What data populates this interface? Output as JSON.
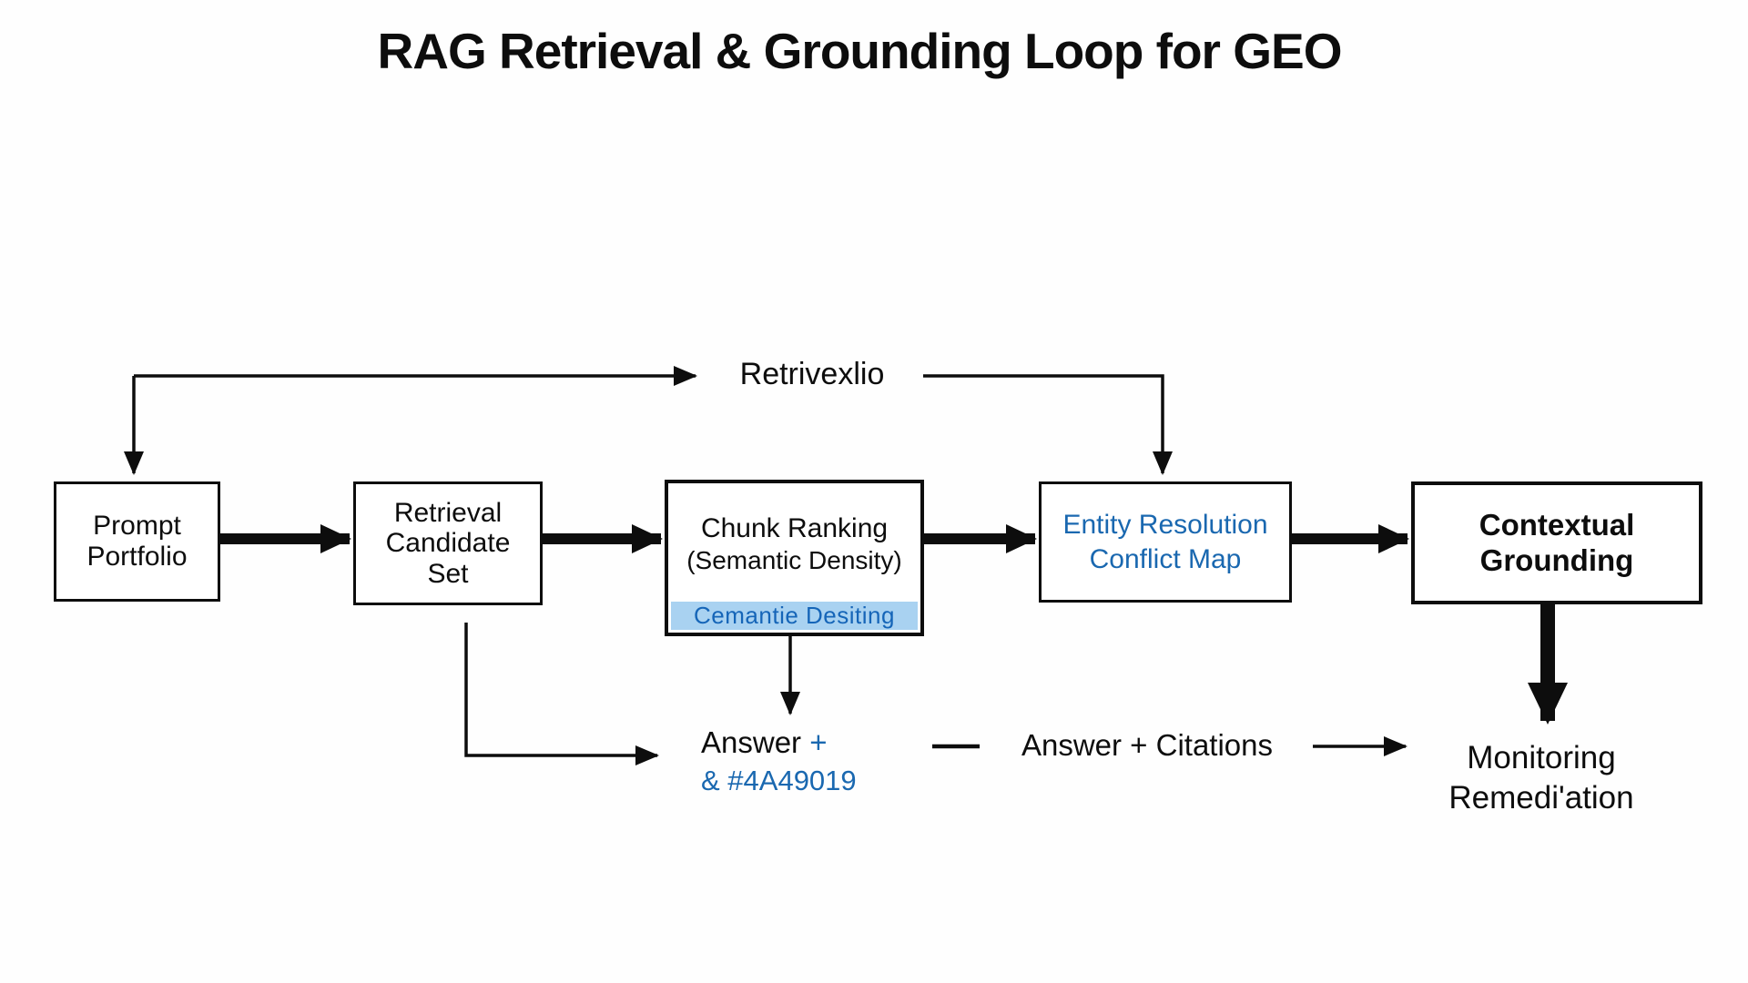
{
  "title": "RAG Retrieval & Grounding Loop for GEO",
  "nodes": {
    "prompt_portfolio": {
      "line1": "Prompt",
      "line2": "Portfolio"
    },
    "retrieval_candidate_set": {
      "line1": "Retrieval",
      "line2": "Candidate",
      "line3": "Set"
    },
    "chunk_ranking": {
      "line1": "Chunk Ranking",
      "line2": "(Semantic Density)",
      "highlight": "Cemantie Desiting"
    },
    "entity_resolution_conflict_map": {
      "line1": "Entity Resolution",
      "line2": "Conflict Map"
    },
    "contextual_grounding": {
      "line1": "Contextual",
      "line2": "Grounding"
    }
  },
  "labels": {
    "loop_label": "Retrivexlio",
    "answer_black": "Answer",
    "answer_blue": "+",
    "answer_line2": "& #4A49019",
    "answer_citations": "Answer + Citations",
    "monitoring_line1": "Monitoring",
    "monitoring_line2": "Remedi'ation"
  },
  "colors": {
    "accent_blue": "#1a68b0",
    "highlight_bg": "#a9d2f1",
    "ink": "#111111"
  }
}
